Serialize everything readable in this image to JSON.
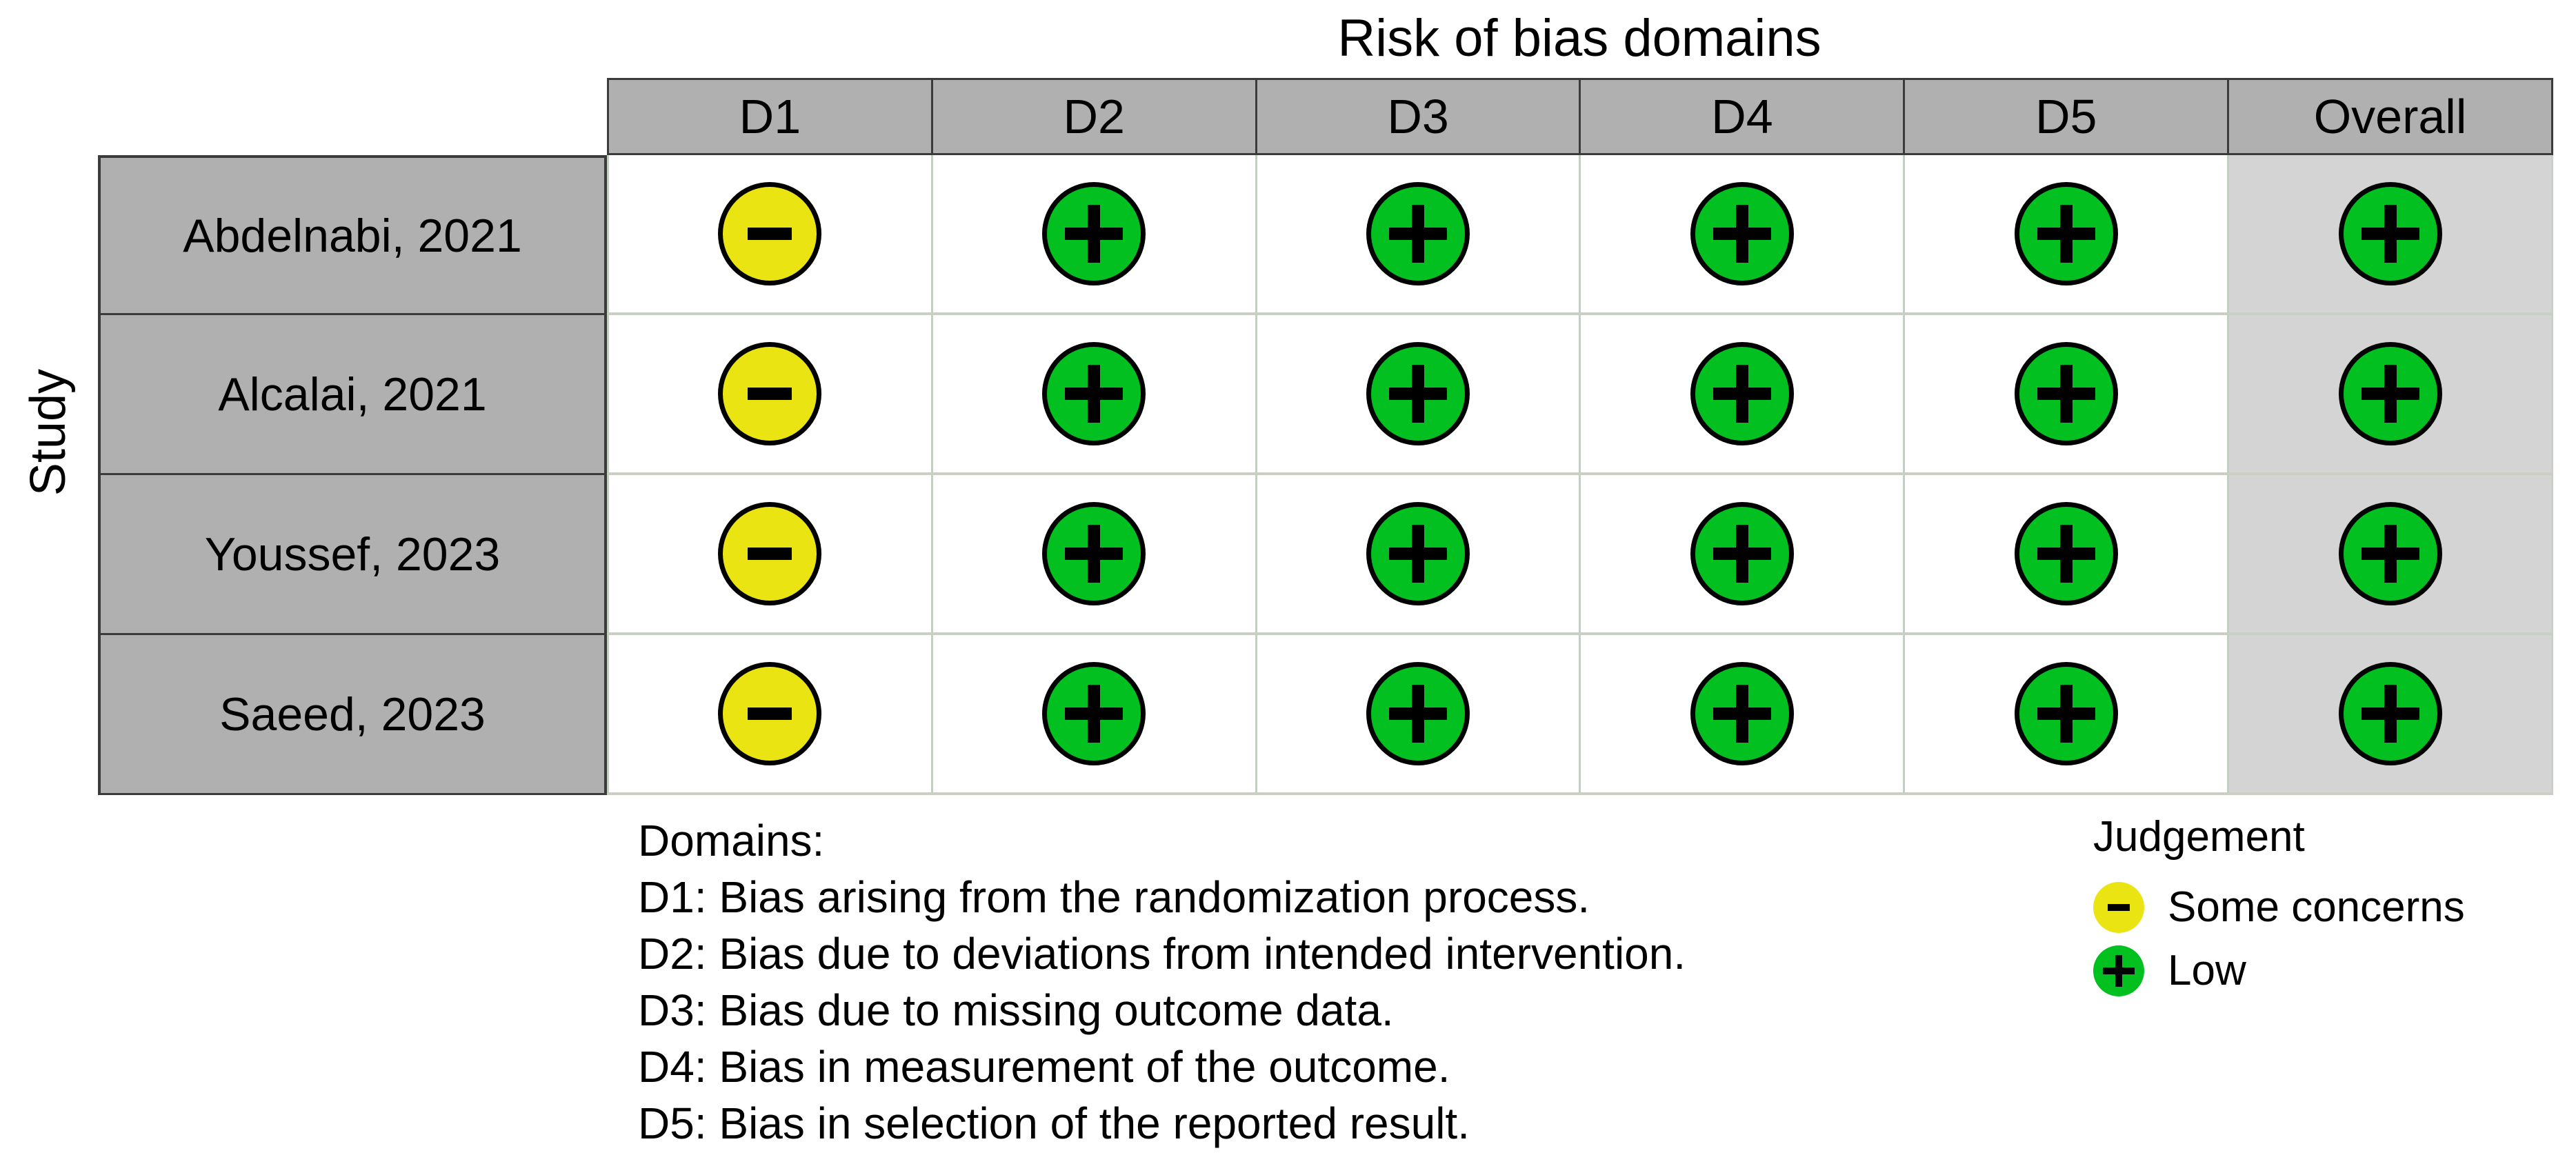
{
  "plot": {
    "title": "Risk of bias domains",
    "y_axis_label": "Study"
  },
  "chart_data": {
    "type": "table",
    "title": "Risk of bias domains",
    "ylabel": "Study",
    "columns": [
      "D1",
      "D2",
      "D3",
      "D4",
      "D5",
      "Overall"
    ],
    "rows": [
      "Abdelnabi, 2021",
      "Alcalai, 2021",
      "Youssef, 2023",
      "Saeed, 2023"
    ],
    "judgement_levels": [
      "Some concerns",
      "Low"
    ],
    "judgement_symbols": {
      "Some concerns": "-",
      "Low": "+"
    },
    "judgement_colors": {
      "Some concerns": "#eae413",
      "Low": "#02c01f"
    },
    "values": [
      [
        "Some concerns",
        "Low",
        "Low",
        "Low",
        "Low",
        "Low"
      ],
      [
        "Some concerns",
        "Low",
        "Low",
        "Low",
        "Low",
        "Low"
      ],
      [
        "Some concerns",
        "Low",
        "Low",
        "Low",
        "Low",
        "Low"
      ],
      [
        "Some concerns",
        "Low",
        "Low",
        "Low",
        "Low",
        "Low"
      ]
    ]
  },
  "table": {
    "headers": [
      {
        "label": "D1"
      },
      {
        "label": "D2"
      },
      {
        "label": "D3"
      },
      {
        "label": "D4"
      },
      {
        "label": "D5"
      },
      {
        "label": "Overall"
      }
    ],
    "rows": [
      {
        "study": "Abdelnabi, 2021",
        "cells": [
          {
            "judgement": "Some concerns",
            "symbol": "-"
          },
          {
            "judgement": "Low",
            "symbol": "+"
          },
          {
            "judgement": "Low",
            "symbol": "+"
          },
          {
            "judgement": "Low",
            "symbol": "+"
          },
          {
            "judgement": "Low",
            "symbol": "+"
          },
          {
            "judgement": "Low",
            "symbol": "+"
          }
        ]
      },
      {
        "study": "Alcalai, 2021",
        "cells": [
          {
            "judgement": "Some concerns",
            "symbol": "-"
          },
          {
            "judgement": "Low",
            "symbol": "+"
          },
          {
            "judgement": "Low",
            "symbol": "+"
          },
          {
            "judgement": "Low",
            "symbol": "+"
          },
          {
            "judgement": "Low",
            "symbol": "+"
          },
          {
            "judgement": "Low",
            "symbol": "+"
          }
        ]
      },
      {
        "study": "Youssef, 2023",
        "cells": [
          {
            "judgement": "Some concerns",
            "symbol": "-"
          },
          {
            "judgement": "Low",
            "symbol": "+"
          },
          {
            "judgement": "Low",
            "symbol": "+"
          },
          {
            "judgement": "Low",
            "symbol": "+"
          },
          {
            "judgement": "Low",
            "symbol": "+"
          },
          {
            "judgement": "Low",
            "symbol": "+"
          }
        ]
      },
      {
        "study": "Saeed, 2023",
        "cells": [
          {
            "judgement": "Some concerns",
            "symbol": "-"
          },
          {
            "judgement": "Low",
            "symbol": "+"
          },
          {
            "judgement": "Low",
            "symbol": "+"
          },
          {
            "judgement": "Low",
            "symbol": "+"
          },
          {
            "judgement": "Low",
            "symbol": "+"
          },
          {
            "judgement": "Low",
            "symbol": "+"
          }
        ]
      }
    ]
  },
  "domains_legend": {
    "heading": "Domains:",
    "lines": [
      "D1: Bias arising from the randomization process.",
      "D2: Bias due to deviations from intended intervention.",
      "D3: Bias due to missing outcome data.",
      "D4: Bias in measurement of the outcome.",
      "D5: Bias in selection of the reported result."
    ]
  },
  "judgement_legend": {
    "title": "Judgement",
    "items": [
      {
        "label": "Some concerns",
        "symbol": "-",
        "color": "#eae413"
      },
      {
        "label": "Low",
        "symbol": "+",
        "color": "#02c01f"
      }
    ]
  }
}
